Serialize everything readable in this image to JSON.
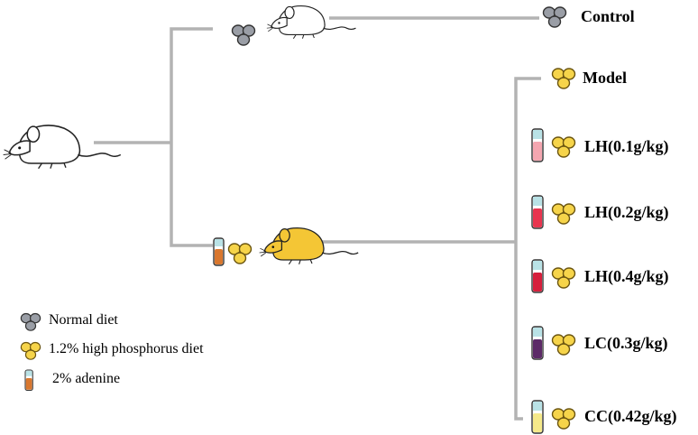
{
  "groups": [
    {
      "label": "Control",
      "pellet": "grey"
    },
    {
      "label": "Model",
      "pellet": "yellow"
    },
    {
      "label": "LH(0.1g/kg)",
      "pellet": "yellow",
      "tube_color": "#f4a6b0"
    },
    {
      "label": "LH(0.2g/kg)",
      "pellet": "yellow",
      "tube_color": "#e8354f"
    },
    {
      "label": "LH(0.4g/kg)",
      "pellet": "yellow",
      "tube_color": "#d61f3c"
    },
    {
      "label": "LC(0.3g/kg)",
      "pellet": "yellow",
      "tube_color": "#5c2a67"
    },
    {
      "label": "CC(0.42g/kg)",
      "pellet": "yellow",
      "tube_color": "#f5e98a"
    }
  ],
  "legend": {
    "normal": "Normal diet",
    "high_phosphorus": "1.2% high phosphorus diet",
    "adenine": "2% adenine"
  },
  "colors": {
    "line": "#b3b3b3",
    "pellet_grey": "#9a9ea6",
    "pellet_yellow": "#f6d44a",
    "mouse_white": "#ffffff",
    "mouse_yellow": "#f4c635",
    "adenine_liquid": "#d9772e",
    "tube_top": "#b9e2e6"
  },
  "icons": [
    "mouse-icon",
    "pellet-icon",
    "tube-icon"
  ]
}
